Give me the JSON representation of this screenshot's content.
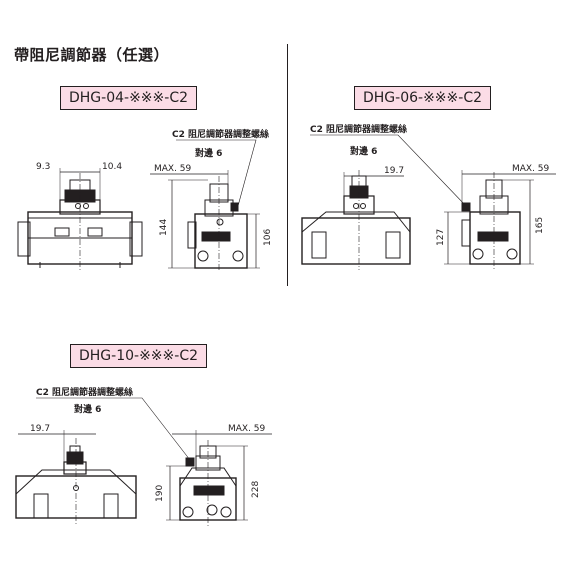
{
  "heading": "帶阻尼調節器（任選）",
  "models": [
    {
      "label": "DHG-04-※※※-C2"
    },
    {
      "label": "DHG-06-※※※-C2"
    },
    {
      "label": "DHG-10-※※※-C2"
    }
  ],
  "notes": {
    "adjust_screw": "C2 阻尼調節器調整螺絲",
    "hex_size": "對邊 6"
  },
  "dims": {
    "d04": {
      "left": "9.3",
      "right": "10.4",
      "max": "MAX. 59",
      "h1": "144",
      "h2": "106"
    },
    "d06": {
      "left": "19.7",
      "max": "MAX. 59",
      "h1": "127",
      "h2": "165"
    },
    "d10": {
      "left": "19.7",
      "max": "MAX. 59",
      "h1": "190",
      "h2": "228"
    }
  }
}
